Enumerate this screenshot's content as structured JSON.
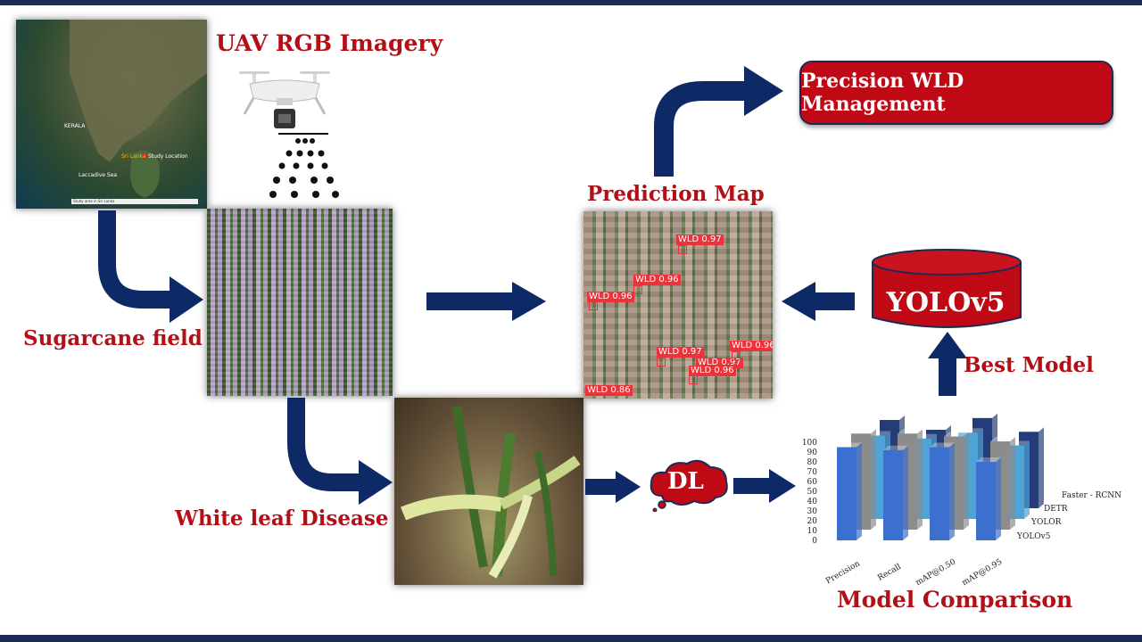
{
  "titles": {
    "uav": "UAV RGB Imagery",
    "sugarcane": "Sugarcane field",
    "white_leaf": "White leaf Disease",
    "prediction_map": "Prediction Map",
    "best_model": "Best Model",
    "model_comparison": "Model Comparison"
  },
  "boxes": {
    "precision_wld": "Precision WLD Management",
    "yolo": "YOLOv5",
    "dl": "DL"
  },
  "map_labels": {
    "kerala": "KERALA",
    "sri_lanka": "Sri Lanka",
    "study_location": "Study Location",
    "laccadive": "Laccadive Sea",
    "caption": "Study area in Sri Lanka"
  },
  "detections": [
    {
      "label": "WLD 0.97"
    },
    {
      "label": "WLD 0.96"
    },
    {
      "label": "WLD 0.96"
    },
    {
      "label": "WLD 0.97"
    },
    {
      "label": "WLD 0.97"
    },
    {
      "label": "WLD 0.96"
    },
    {
      "label": "WLD 0.96"
    },
    {
      "label": "WLD 0.86"
    }
  ],
  "colors": {
    "title_red": "#b30f17",
    "arrow_navy": "#0d2a66",
    "box_red": "#bf0a16"
  },
  "chart_data": {
    "type": "bar",
    "categories": [
      "Precision",
      "Recall",
      "mAP@0.50",
      "mAP@0.95"
    ],
    "series": [
      {
        "name": "YOLOv5",
        "values": [
          95,
          92,
          95,
          80
        ]
      },
      {
        "name": "YOLOR",
        "values": [
          98,
          98,
          95,
          90
        ]
      },
      {
        "name": "DETR",
        "values": [
          85,
          82,
          88,
          75
        ]
      },
      {
        "name": "Faster - RCNN",
        "values": [
          90,
          80,
          92,
          78
        ]
      }
    ],
    "ylim": [
      0,
      100
    ],
    "yticks": [
      "100",
      "90",
      "80",
      "70",
      "60",
      "50",
      "40",
      "30",
      "20",
      "10",
      "0"
    ],
    "series_colors": [
      "#3b6fd0",
      "#8c8c8c",
      "#4fa3d6",
      "#243c78"
    ]
  }
}
